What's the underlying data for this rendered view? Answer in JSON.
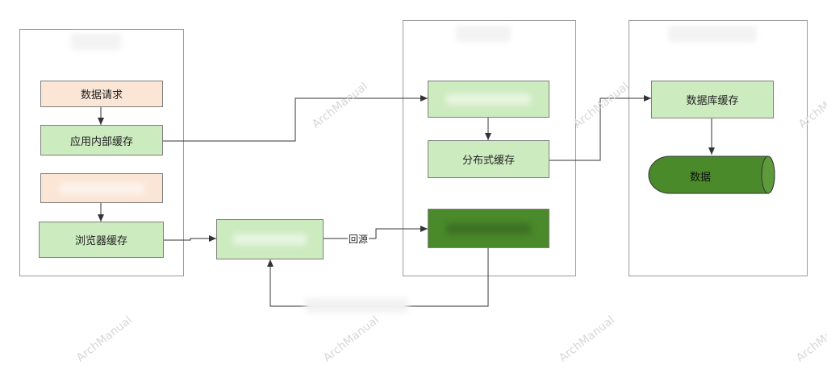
{
  "colors": {
    "peach": "#fbe6d6",
    "light_green": "#ccebbf",
    "dark_green": "#4a8a2b",
    "border": "#7f7f7f",
    "edge": "#333333"
  },
  "nodes": {
    "data_request": "数据请求",
    "app_cache": "应用内部缓存",
    "browser_cache": "浏览器缓存",
    "distributed_cache": "分布式缓存",
    "db_cache": "数据库缓存",
    "data": "数据"
  },
  "edge_labels": {
    "origin_fetch": "回源"
  },
  "watermark": {
    "text": "ArchManual"
  }
}
